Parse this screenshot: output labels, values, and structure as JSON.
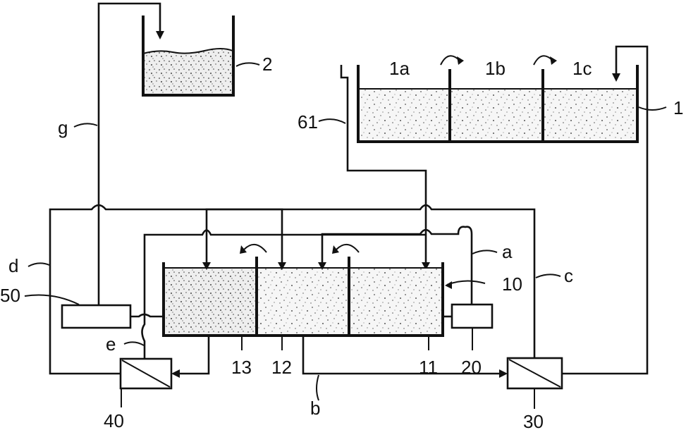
{
  "labels": {
    "tank_1": "1",
    "tank_2": "2",
    "cell_1a": "1a",
    "cell_1b": "1b",
    "cell_1c": "1c",
    "line_61": "61",
    "line_g": "g",
    "line_d": "d",
    "unit_50": "50",
    "line_e": "e",
    "unit_40": "40",
    "line_a": "a",
    "tank_10": "10",
    "line_c": "c",
    "cell_13": "13",
    "cell_12": "12",
    "cell_11": "11",
    "unit_20": "20",
    "line_b": "b",
    "unit_30": "30"
  },
  "colors": {
    "line": "#111111",
    "background": "#ffffff",
    "fill_speckle": "#555555"
  }
}
